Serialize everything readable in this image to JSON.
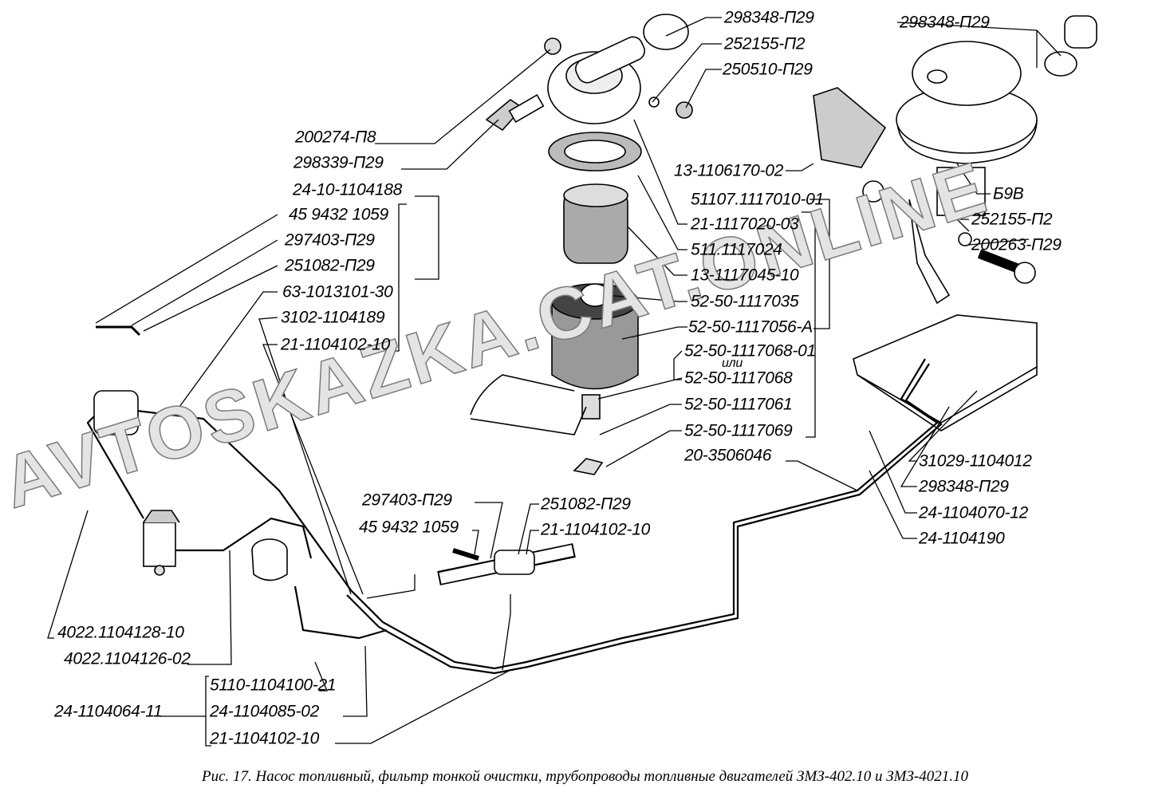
{
  "diagram": {
    "caption": "Рис. 17. Насос топливный, фильтр тонкой очистки, трубопроводы топливные двигателей ЗМЗ-402.10 и ЗМЗ-4021.10",
    "watermark": "AVTOSKAZKA.CAT.ONLINE",
    "labels": {
      "filter_top": [
        "298348-П29",
        "252155-П2",
        "250510-П29"
      ],
      "left_column": [
        "200274-П8",
        "298339-П29",
        "24-10-1104188",
        "45 9432 1059",
        "297403-П29",
        "251082-П29",
        "63-1013101-30",
        "3102-1104189",
        "21-1104102-10"
      ],
      "pump_top": "298348-П29",
      "center_column": [
        "13-1106170-02",
        "51107.1117010-01",
        "21-1117020-03",
        "511.1117024",
        "13-1117045-10",
        "52-50-1117035",
        "52-50-1117056-А",
        "52-50-1117068-01",
        "или",
        "52-50-1117068",
        "52-50-1117061",
        "52-50-1117069",
        "20-3506046"
      ],
      "pump_right": [
        "Б9В",
        "252155-П2",
        "200263-П29"
      ],
      "tank_right": [
        "31029-1104012",
        "298348-П29",
        "24-1104070-12",
        "24-1104190"
      ],
      "clamp_detail": [
        "297403-П29",
        "251082-П29",
        "45 9432 1059",
        "21-1104102-10"
      ],
      "bottom_left": [
        "4022.1104128-10",
        "4022.1104126-02",
        "5110-1104100-21",
        "24-1104064-11",
        "24-1104085-02",
        "21-1104102-10"
      ]
    }
  }
}
